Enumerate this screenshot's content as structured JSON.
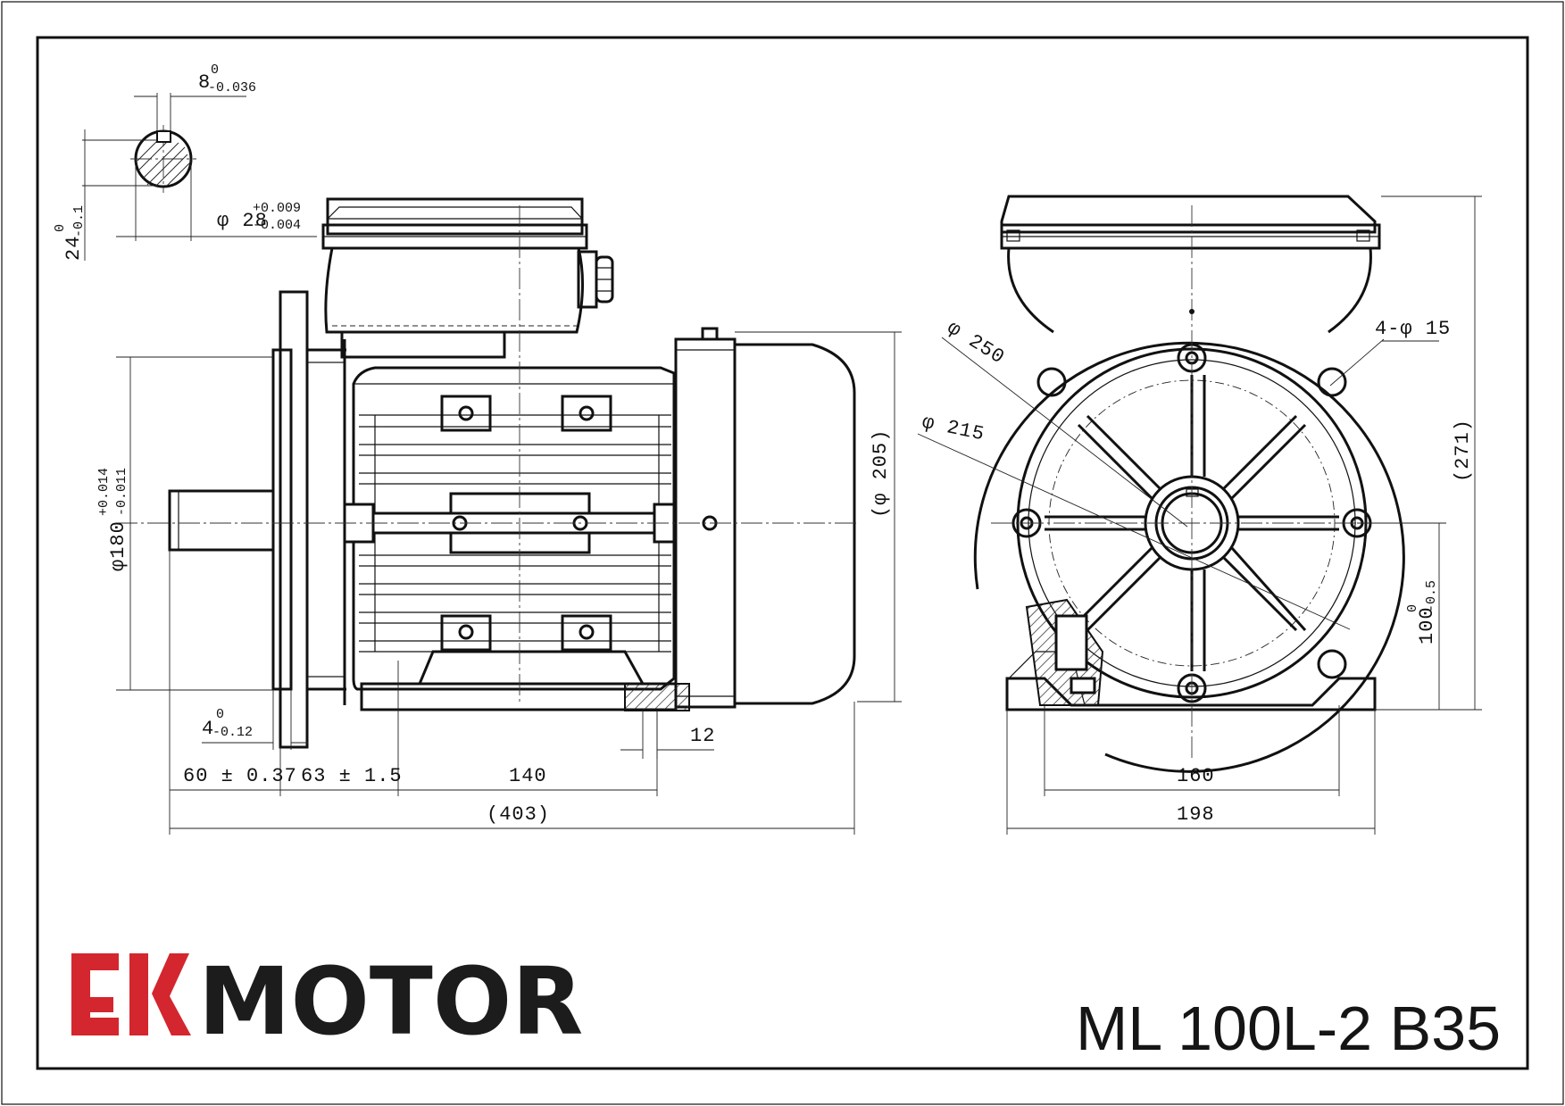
{
  "title_block": {
    "brand": "MOTOR",
    "model": "ML 100L-2 B35",
    "brand_red": "#d4262e",
    "brand_dark": "#1c1c1c"
  },
  "shaft_section": {
    "key_width": "8",
    "key_width_upper_tol": "0",
    "key_width_lower_tol": "-0.036",
    "shaft_diameter": "φ 28",
    "shaft_upper_tol": "+0.009",
    "shaft_lower_tol": "-0.004",
    "key_height": "24",
    "key_height_upper_tol": "0",
    "key_height_lower_tol": "-0.1"
  },
  "side_view": {
    "flange_spigot": "φ180",
    "flange_spigot_upper_tol": "+0.014",
    "flange_spigot_lower_tol": "-0.011",
    "spigot_depth": "4",
    "spigot_depth_upper_tol": "0",
    "spigot_depth_lower_tol": "-0.12",
    "shaft_length": "60 ± 0.37",
    "flange_to_foot": "63 ± 1.5",
    "foot_hole_distance": "140",
    "foot_thickness": "12",
    "overall_length": "(403)",
    "fan_cover_diameter": "(φ 205)"
  },
  "end_view": {
    "pcd": "φ 215",
    "flange_diameter": "φ 250",
    "flange_holes": "4-φ 15",
    "overall_height": "(271)",
    "shaft_height": "100",
    "shaft_height_upper_tol": "0",
    "shaft_height_lower_tol": "-0.5",
    "foot_hole_spacing": "160",
    "foot_width": "198"
  }
}
